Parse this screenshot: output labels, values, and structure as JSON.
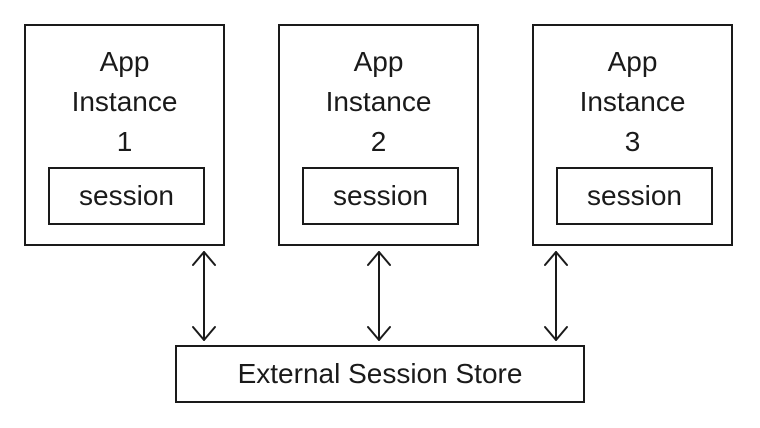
{
  "instances": [
    {
      "title_line1": "App",
      "title_line2": "Instance",
      "number": "1",
      "session_label": "session"
    },
    {
      "title_line1": "App",
      "title_line2": "Instance",
      "number": "2",
      "session_label": "session"
    },
    {
      "title_line1": "App",
      "title_line2": "Instance",
      "number": "3",
      "session_label": "session"
    }
  ],
  "store": {
    "label": "External Session Store"
  },
  "connections": [
    {
      "from": "instance-1",
      "to": "store",
      "direction": "bidirectional"
    },
    {
      "from": "instance-2",
      "to": "store",
      "direction": "bidirectional"
    },
    {
      "from": "instance-3",
      "to": "store",
      "direction": "bidirectional"
    }
  ],
  "colors": {
    "stroke": "#1a1a1a",
    "background": "#ffffff"
  }
}
